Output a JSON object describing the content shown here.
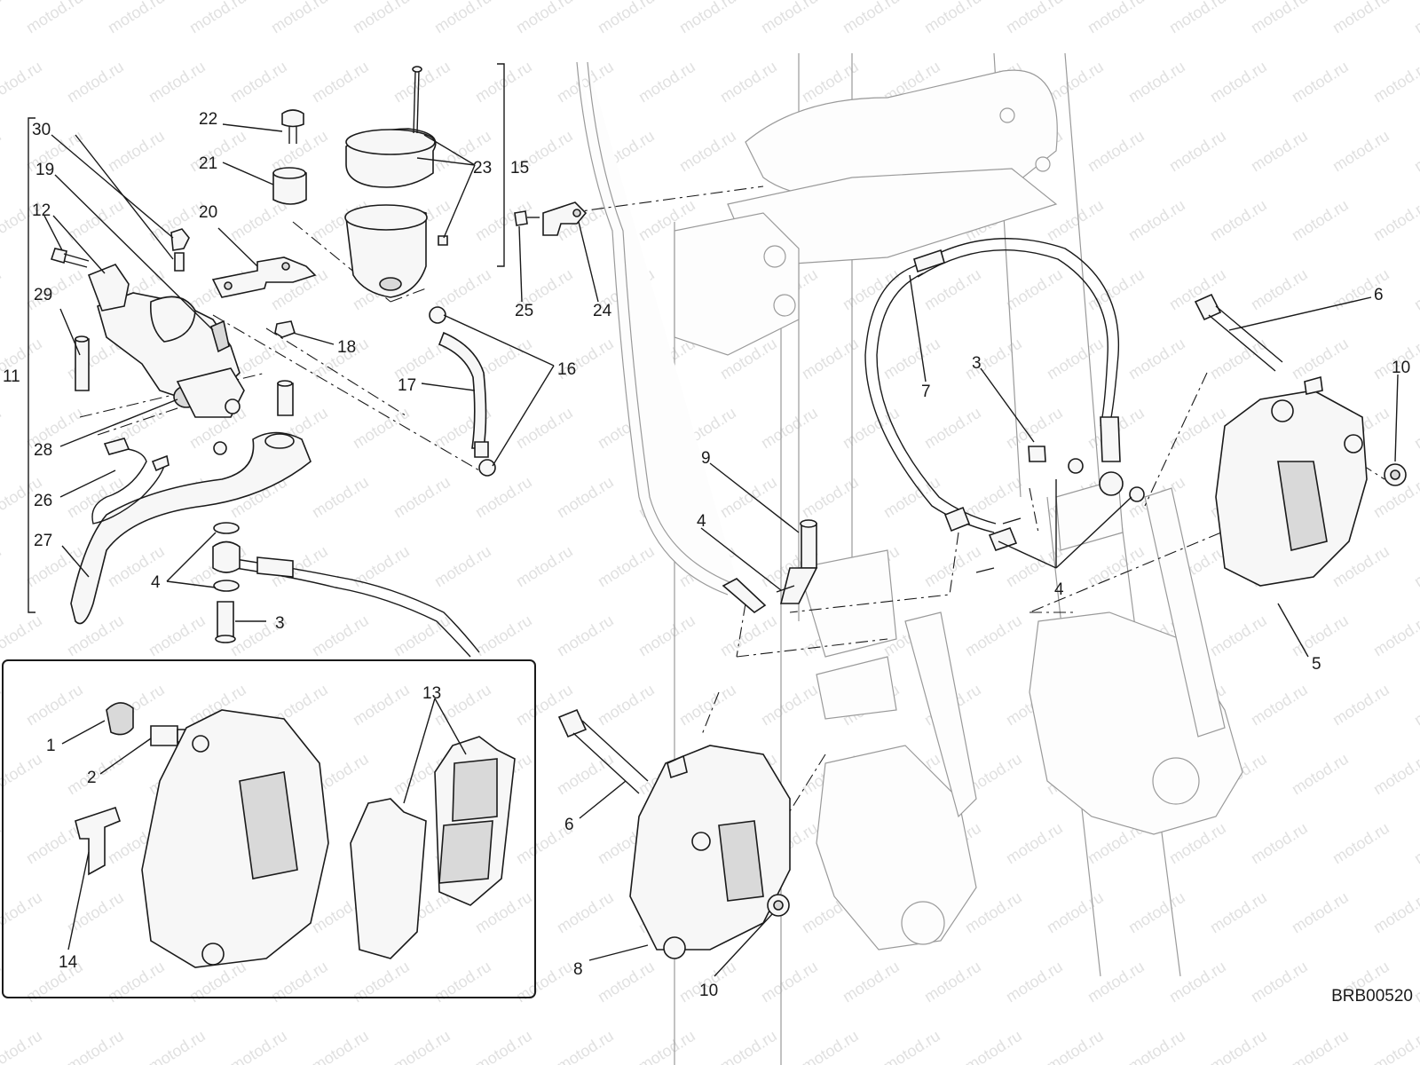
{
  "drawing_code": "BRB00520",
  "watermark": "motod.ru",
  "callouts": {
    "c30": "30",
    "c19": "19",
    "c12": "12",
    "c29": "29",
    "c11": "11",
    "c28": "28",
    "c26": "26",
    "c27": "27",
    "c4a": "4",
    "c3a": "3",
    "c22": "22",
    "c21": "21",
    "c20": "20",
    "c18": "18",
    "c23": "23",
    "c15": "15",
    "c17": "17",
    "c16": "16",
    "c25": "25",
    "c24": "24",
    "c7": "7",
    "c3b": "3",
    "c9": "9",
    "c4b": "4",
    "c4c": "4",
    "c6a": "6",
    "c10a": "10",
    "c5": "5",
    "c6b": "6",
    "c8": "8",
    "c10b": "10",
    "c1": "1",
    "c2": "2",
    "c13": "13",
    "c14": "14"
  }
}
